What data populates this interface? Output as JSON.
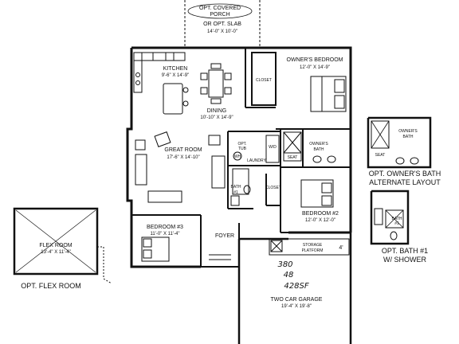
{
  "porch": {
    "line1": "OPT. COVERED",
    "line2": "PORCH",
    "line3": "OR OPT. SLAB",
    "dim": "14'-0\" X 10'-0\""
  },
  "kitchen": {
    "name": "KITCHEN",
    "dim": "9'-6\" X 14'-9\""
  },
  "dining": {
    "name": "DINING",
    "dim": "10'-10\" X 14'-9\""
  },
  "owners_bedroom": {
    "name": "OWNER'S BEDROOM",
    "dim": "12'-0\" X 14'-9\""
  },
  "closet_labels": [
    "CLOSET",
    "CLOSET"
  ],
  "great_room": {
    "name": "GREAT ROOM",
    "dim": "17'-6\" X 14'-10\""
  },
  "opt_tub": {
    "line1": "OPT.",
    "line2": "TUB"
  },
  "laundry": "LAUNDRY",
  "wh": "WH",
  "wd": "W/D",
  "owners_bath": {
    "line1": "OWNER'S",
    "line2": "BATH"
  },
  "seat": "SEAT",
  "bath1": {
    "line1": "BATH",
    "line2": "#1"
  },
  "bedroom2": {
    "name": "BEDROOM #2",
    "dim": "12'-0\" X 12'-0\""
  },
  "bedroom3": {
    "name": "BEDROOM #3",
    "dim": "11'-0\" X 11'-4\""
  },
  "foyer": "FOYER",
  "storage": {
    "line1": "STORAGE",
    "line2": "PLATFORM"
  },
  "storage_width": "4'",
  "garage": {
    "name": "TWO CAR GARAGE",
    "dim": "19'-4\" X 19'-8\""
  },
  "handwritten": {
    "line1": "380",
    "line2": "48",
    "line3": "428SF"
  },
  "flex_room": {
    "name": "FLEX ROOM",
    "dim": "13'-4\" X 11'-4\"",
    "caption": "OPT. FLEX ROOM"
  },
  "alt_bath": {
    "line1": "OWNER'S",
    "line2": "BATH",
    "seat": "SEAT",
    "caption1": "OPT. OWNER'S BATH",
    "caption2": "ALTERNATE LAYOUT"
  },
  "alt_bath1": {
    "line1": "BATH",
    "line2": "#1",
    "caption1": "OPT. BATH #1",
    "caption2": "W/ SHOWER"
  },
  "colors": {
    "line": "#111111",
    "wall": "#111111",
    "background": "#ffffff"
  }
}
